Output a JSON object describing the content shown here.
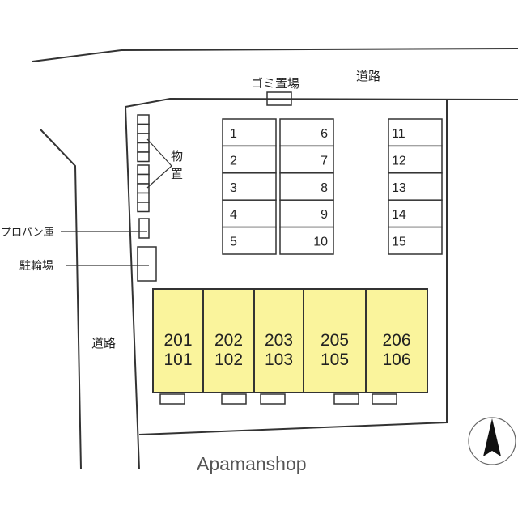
{
  "labels": {
    "road_top": "道路",
    "road_left": "道路",
    "garbage": "ゴミ置場",
    "storage_1": "物",
    "storage_2": "置",
    "propane": "プロパン庫",
    "bicycle": "駐輪場"
  },
  "parking": [
    "1",
    "2",
    "3",
    "4",
    "5",
    "6",
    "7",
    "8",
    "9",
    "10",
    "11",
    "12",
    "13",
    "14",
    "15"
  ],
  "units": [
    {
      "upper": "201",
      "lower": "101"
    },
    {
      "upper": "202",
      "lower": "102"
    },
    {
      "upper": "203",
      "lower": "103"
    },
    {
      "upper": "205",
      "lower": "105"
    },
    {
      "upper": "206",
      "lower": "106"
    }
  ],
  "brand": "Apamanshop",
  "colors": {
    "building": "#faf49c",
    "line": "#333333"
  }
}
